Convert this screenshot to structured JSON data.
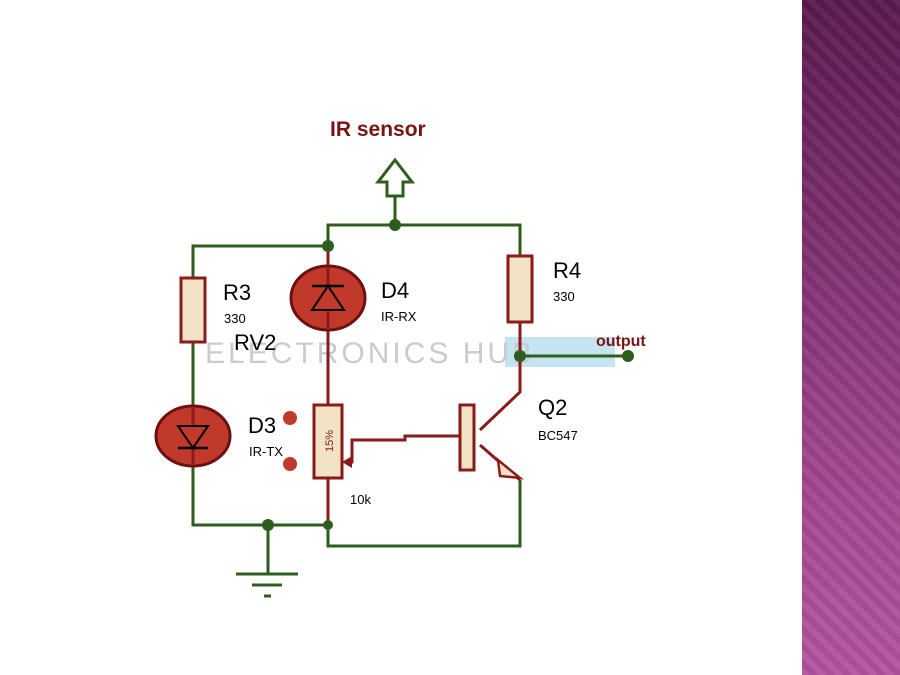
{
  "title": "IR sensor",
  "output_label": "output",
  "watermark": "ELECTRONICS HUB",
  "components": {
    "r3": {
      "ref": "R3",
      "value": "330"
    },
    "r4": {
      "ref": "R4",
      "value": "330"
    },
    "d4": {
      "ref": "D4",
      "value": "IR-RX"
    },
    "d3": {
      "ref": "D3",
      "value": "IR-TX"
    },
    "rv2": {
      "ref": "RV2",
      "value": "10k",
      "setting": "15%"
    },
    "q2": {
      "ref": "Q2",
      "value": "BC547"
    }
  },
  "colors": {
    "wire_green": "#2e5e1e",
    "wire_red": "#8b1a1a",
    "component_fill": "#f2e3c6",
    "led_fill": "#c0392b",
    "side_band": "#8a3580"
  }
}
